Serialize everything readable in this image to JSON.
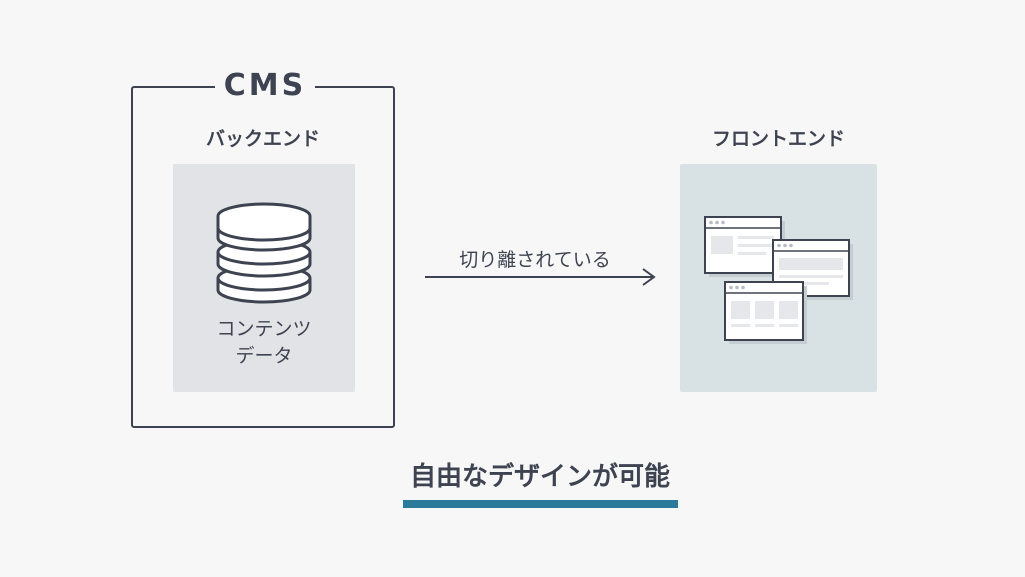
{
  "cms": {
    "title": "CMS"
  },
  "backend": {
    "label": "バックエンド",
    "content_line1": "コンテンツ",
    "content_line2": "データ"
  },
  "frontend": {
    "label": "フロントエンド"
  },
  "arrow": {
    "label": "切り離されている"
  },
  "footer": {
    "title": "自由なデザインが可能"
  },
  "icons": {
    "database": "database-icon",
    "screens": "web-pages-icon"
  },
  "colors": {
    "background": "#f7f7f7",
    "text": "#3d4350",
    "backend_panel": "#e2e3e6",
    "frontend_panel": "#d8e1e4",
    "accent": "#2a7a9b"
  }
}
